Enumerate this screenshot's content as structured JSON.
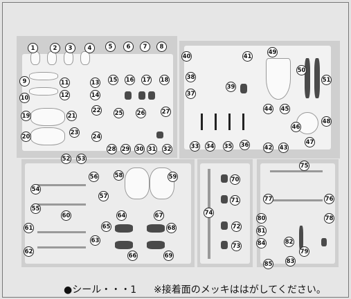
{
  "parts": {
    "p1": "1",
    "p2": "2",
    "p3": "3",
    "p4": "4",
    "p5": "5",
    "p6": "6",
    "p7": "7",
    "p8": "8",
    "p9": "9",
    "p10": "10",
    "p11": "11",
    "p12": "12",
    "p13": "13",
    "p14": "14",
    "p15": "15",
    "p16": "16",
    "p17": "17",
    "p18": "18",
    "p19": "19",
    "p20": "20",
    "p21": "21",
    "p22": "22",
    "p23": "23",
    "p24": "24",
    "p25": "25",
    "p26": "26",
    "p27": "27",
    "p28": "28",
    "p29": "29",
    "p30": "30",
    "p31": "31",
    "p32": "32",
    "p33": "33",
    "p34": "34",
    "p35": "35",
    "p36": "36",
    "p37": "37",
    "p38": "38",
    "p39": "39",
    "p40": "40",
    "p41": "41",
    "p42": "42",
    "p43": "43",
    "p44": "44",
    "p45": "45",
    "p46": "46",
    "p47": "47",
    "p48": "48",
    "p49": "49",
    "p50": "50",
    "p51": "51",
    "p52": "52",
    "p53": "53",
    "p54": "54",
    "p55": "55",
    "p56": "56",
    "p57": "57",
    "p58": "58",
    "p59": "59",
    "p60": "60",
    "p61": "61",
    "p62": "62",
    "p63": "63",
    "p64": "64",
    "p65": "65",
    "p66": "66",
    "p67": "67",
    "p68": "68",
    "p69": "69",
    "p70": "70",
    "p71": "71",
    "p72": "72",
    "p73": "73",
    "p74": "74",
    "p75": "75",
    "p76": "76",
    "p77": "77",
    "p78": "78",
    "p79": "79",
    "p80": "80",
    "p81": "81",
    "p82": "82",
    "p83": "83",
    "p84": "84",
    "p85": "85"
  },
  "footer": {
    "seal": "●シール・・・1",
    "note": "※接着面のメッキははがしてください。"
  }
}
